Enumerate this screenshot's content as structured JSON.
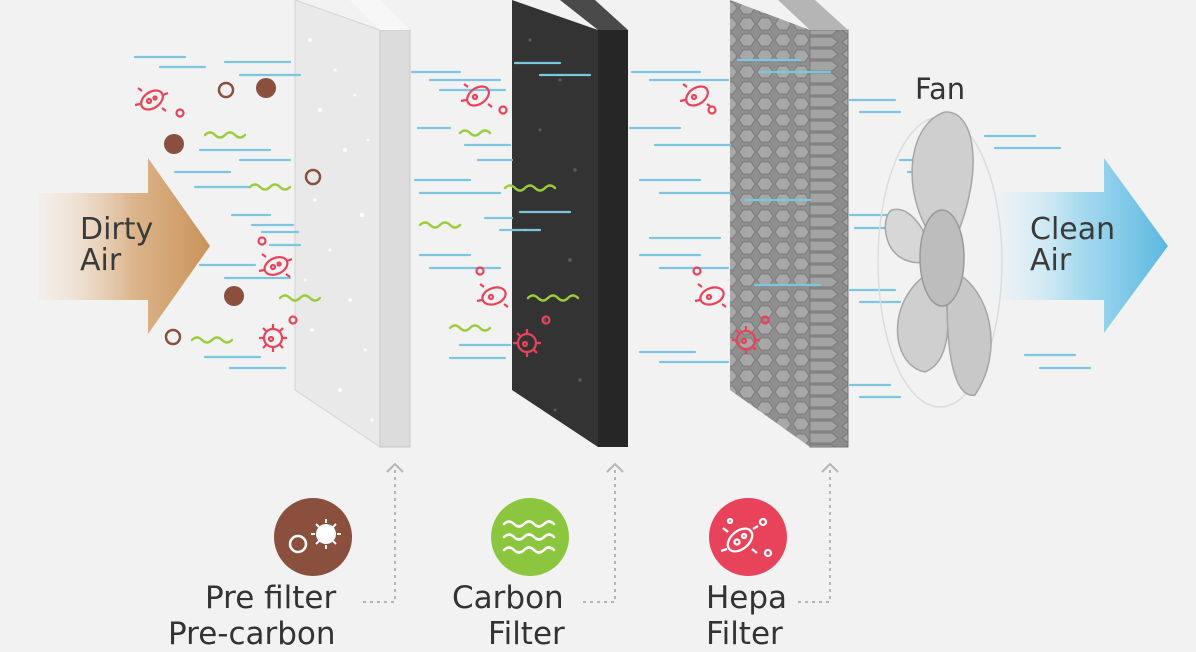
{
  "input_label": [
    "Dirty",
    "Air"
  ],
  "output_label": [
    "Clean",
    "Air"
  ],
  "fan_label": "Fan",
  "filters": [
    {
      "name": "Pre filter",
      "subtitle": "Pre-carbon",
      "icon": "dust-particles-icon",
      "color": "#8a4f3d"
    },
    {
      "name": "Carbon",
      "subtitle": "Filter",
      "icon": "odor-waves-icon",
      "color": "#8cc63f"
    },
    {
      "name": "Hepa",
      "subtitle": "Filter",
      "icon": "bacteria-icon",
      "color": "#e8435a"
    }
  ],
  "colors": {
    "dirty_arrow": "#c9935a",
    "clean_arrow": "#5bb8e0",
    "air_lines": "#7cc7df",
    "germ": "#e8435a",
    "odor": "#9ccc3c",
    "dust": "#8a4f3d"
  }
}
